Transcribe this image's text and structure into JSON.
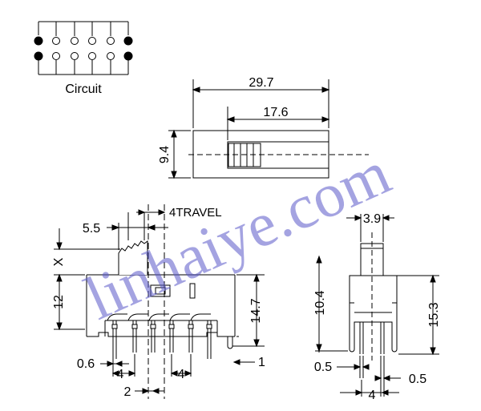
{
  "circuit": {
    "label": "Circuit"
  },
  "top_view": {
    "length": "29.7",
    "slot_length": "17.6",
    "width": "9.4"
  },
  "front_view": {
    "offset": "5.5",
    "travel": "4TRAVEL",
    "x_label": "X",
    "height_body": "12",
    "height_total": "14.7",
    "pin_width": "0.6",
    "pitch_left": "4",
    "pitch_right": "4",
    "center_offset": "2",
    "pin_stub": "1"
  },
  "side_view": {
    "actuator_width": "3.9",
    "body_height": "10.4",
    "total_height": "15.3",
    "pin_left": "0.5",
    "pin_right": "0.5",
    "pin_pitch": "4"
  },
  "watermark": {
    "text": "linhaiye.com",
    "color": "#5a58c8"
  }
}
